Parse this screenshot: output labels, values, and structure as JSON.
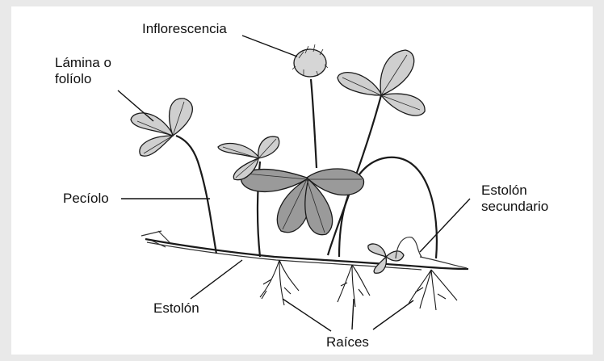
{
  "labels": {
    "inflorescencia": "Inflorescencia",
    "lamina": "Lámina o\nfolíolo",
    "peciolo": "Pecíolo",
    "estolon": "Estolón",
    "estolon_secundario": "Estolón\nsecundario",
    "raices": "Raíces"
  }
}
